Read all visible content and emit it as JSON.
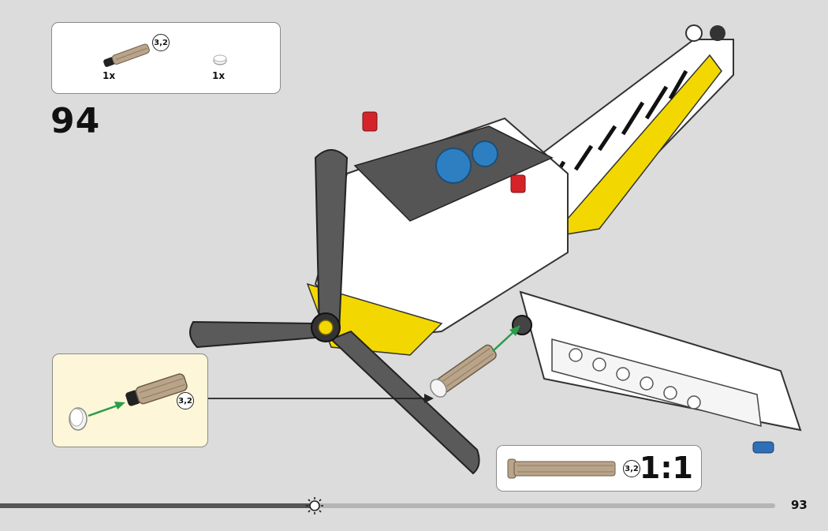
{
  "step": {
    "number": "94"
  },
  "parts_list": {
    "items": [
      {
        "name": "axle-connector-pin",
        "qty": "1x",
        "length": "3,2"
      },
      {
        "name": "bush-cap",
        "qty": "1x"
      }
    ]
  },
  "callout": {
    "length": "3,2"
  },
  "scale": {
    "ratio": "1:1",
    "length": "3,2"
  },
  "page": {
    "number": "93",
    "progress": 0.38
  },
  "colors": {
    "background": "#dcdcdc",
    "callout_bg": "#fdf6d8",
    "part_tan": "#b9a48a",
    "model_yellow": "#f2d800",
    "arrow_green": "#2a9d4a"
  }
}
